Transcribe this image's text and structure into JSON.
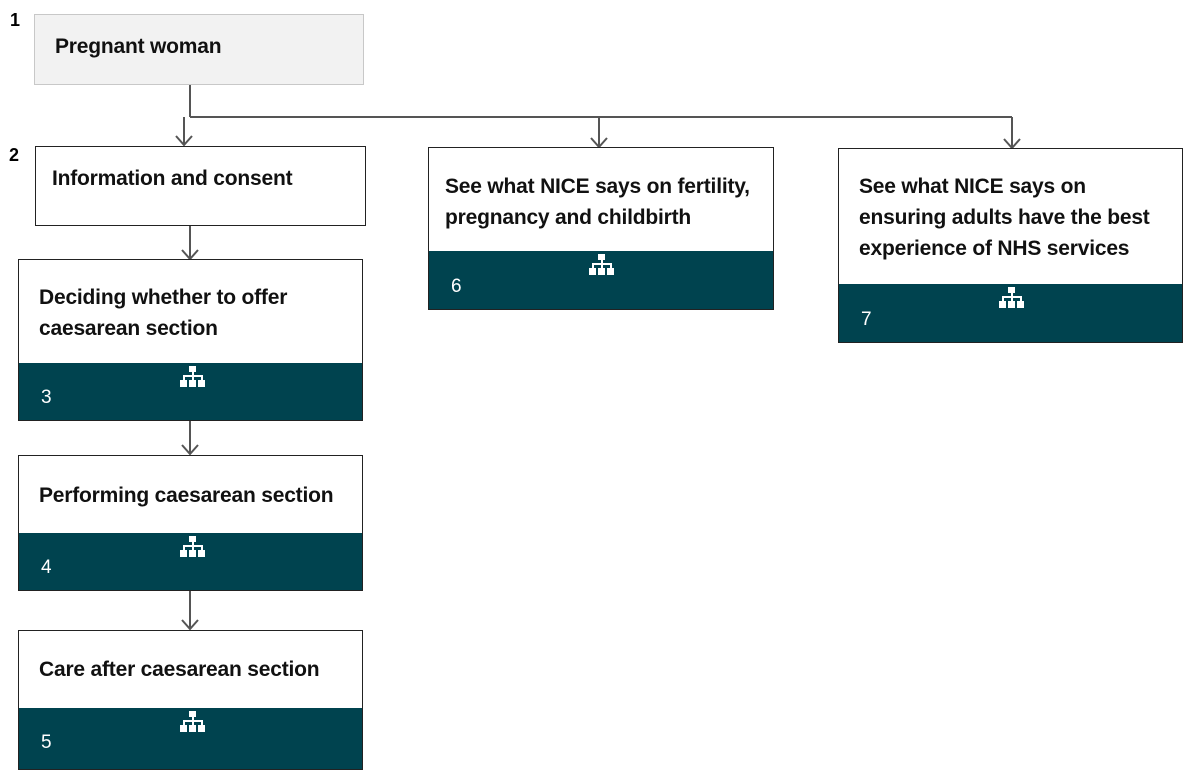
{
  "diagram": {
    "step_labels": {
      "top": "1",
      "second": "2"
    },
    "nodes": {
      "pregnant_woman": {
        "title": "Pregnant woman"
      },
      "information_consent": {
        "title": "Information and consent"
      },
      "deciding": {
        "title": "Deciding whether to offer caesarean section",
        "number": "3",
        "icon": "hierarchy-icon"
      },
      "performing": {
        "title": "Performing caesarean section",
        "number": "4",
        "icon": "hierarchy-icon"
      },
      "care_after": {
        "title": "Care after caesarean section",
        "number": "5",
        "icon": "hierarchy-icon"
      },
      "fertility": {
        "title": "See what NICE says on fertility, pregnancy and childbirth",
        "number": "6",
        "icon": "hierarchy-icon"
      },
      "nhs_services": {
        "title": "See what NICE says on ensuring adults have the best experience of NHS services",
        "number": "7",
        "icon": "hierarchy-icon"
      }
    },
    "colors": {
      "footer": "#00434f",
      "top_node_fill": "#f2f2f2",
      "connector": "#555555"
    }
  }
}
